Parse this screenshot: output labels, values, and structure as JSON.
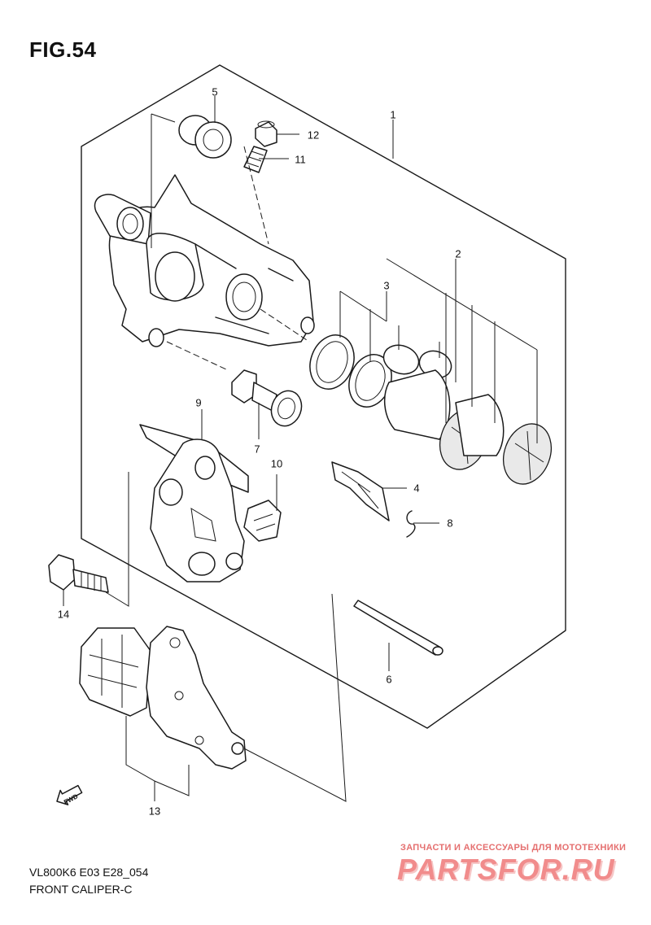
{
  "figure": {
    "title": "FIG.54",
    "model_code": "VL800K6 E03 E28_054",
    "caption": "FRONT CALIPER-C"
  },
  "callouts": {
    "c1": "1",
    "c2": "2",
    "c3": "3",
    "c4": "4",
    "c5": "5",
    "c6": "6",
    "c7": "7",
    "c8": "8",
    "c9": "9",
    "c10": "10",
    "c11": "11",
    "c12": "12",
    "c13": "13",
    "c14": "14"
  },
  "direction_badge": "FWD",
  "watermark": {
    "tagline": "ЗАПЧАСТИ И АКСЕССУАРЫ ДЛЯ МОТОТЕХНИКИ",
    "brand": "PARTSFOR.RU",
    "color": "#f08080"
  }
}
